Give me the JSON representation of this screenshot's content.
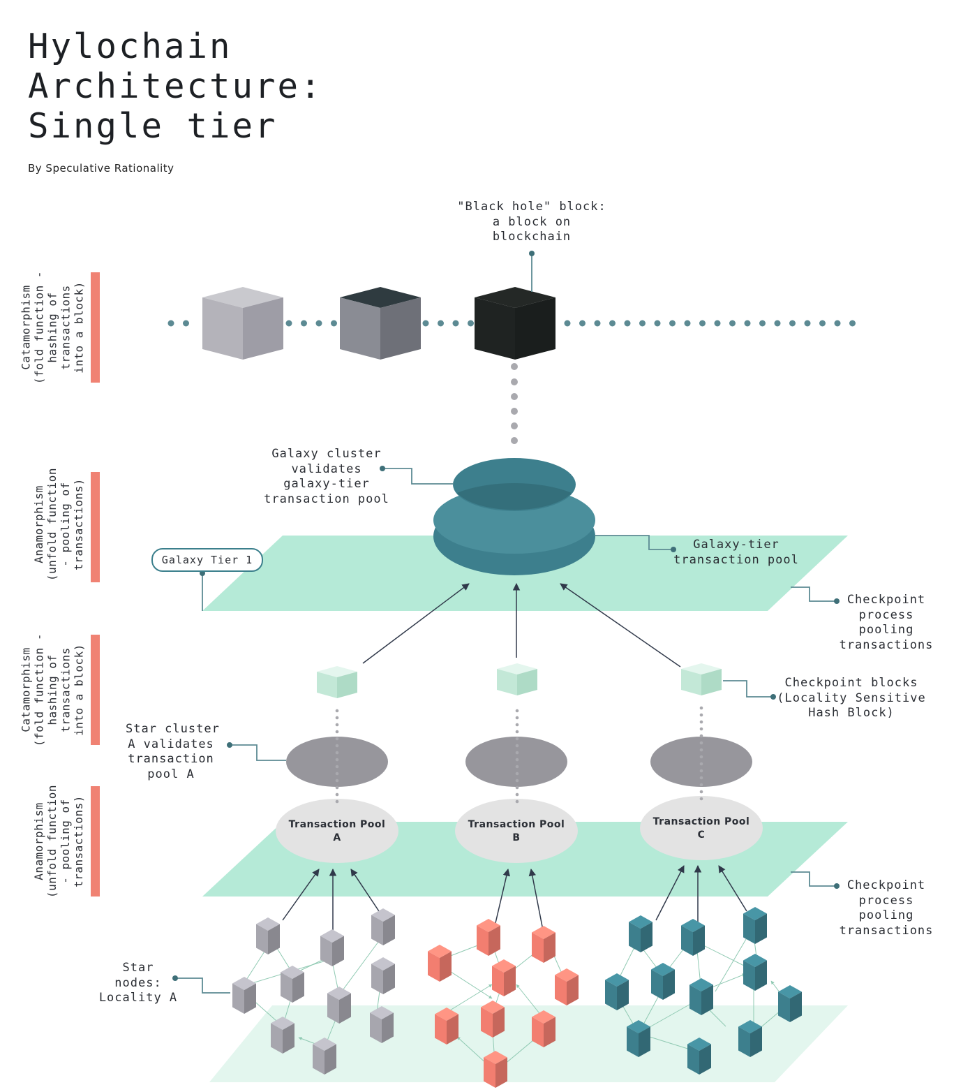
{
  "title_lines": [
    "Hylochain",
    "Architecture:",
    "Single tier"
  ],
  "byline": "By Speculative Rationality",
  "side_labels": [
    [
      "Catamorphism",
      "(fold function -",
      "hashing of",
      "transactions",
      "into a block)"
    ],
    [
      "Anamorphism",
      "(unfold function",
      "- pooling of",
      "transactions)"
    ],
    [
      "Catamorphism",
      "(fold function -",
      "hashing of",
      "transactions",
      "into a block)"
    ],
    [
      "Anamorphism",
      "(unfold function",
      "- pooling of",
      "transactions)"
    ]
  ],
  "annotations": {
    "black_hole": [
      "\"Black hole\" block:",
      "a block on",
      "blockchain"
    ],
    "galaxy_cluster": [
      "Galaxy cluster",
      "validates",
      "galaxy-tier",
      "transaction pool"
    ],
    "galaxy_pool": [
      "Galaxy-tier",
      "transaction pool"
    ],
    "checkpoint_upper": [
      "Checkpoint",
      "process",
      "pooling",
      "transactions"
    ],
    "checkpoint_blocks": [
      "Checkpoint blocks",
      "(Locality Sensitive",
      "Hash Block)"
    ],
    "star_cluster": [
      "Star cluster",
      "A validates",
      "transaction",
      "pool A"
    ],
    "checkpoint_lower": [
      "Checkpoint",
      "process",
      "pooling",
      "transactions"
    ],
    "star_nodes": [
      "Star",
      "nodes:",
      "Locality A"
    ]
  },
  "galaxy_tier_tag": "Galaxy Tier 1",
  "pools": [
    {
      "line1": "Transaction Pool",
      "line2": "A"
    },
    {
      "line1": "Transaction Pool",
      "line2": "B"
    },
    {
      "line1": "Transaction Pool",
      "line2": "C"
    }
  ],
  "colors": {
    "sidebar": "#f08273",
    "plane": "#b5ead7",
    "galaxy_disc": "#3d7f8d",
    "checkpoint_cube": "#cdeede",
    "star_cluster": "#97969c",
    "pool": "#e3e3e3",
    "locality_a_nodes": "#a7a6ae",
    "locality_b_nodes": "#f27e70",
    "locality_c_nodes": "#3d7f8d",
    "leader": "#5c8a93",
    "arrow": "#30394a"
  },
  "icons": [
    "block-cube-icon",
    "checkpoint-cube-icon",
    "node-cube-icon",
    "arrow-icon"
  ]
}
